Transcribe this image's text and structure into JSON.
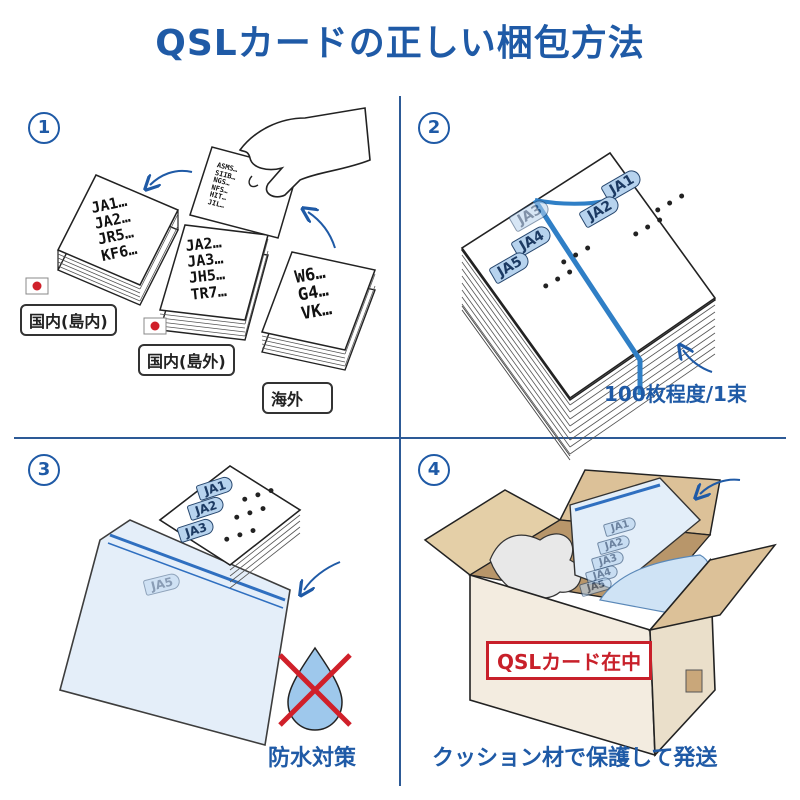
{
  "title": "QSLカードの正しい梱包方法",
  "steps": [
    {
      "number": "1"
    },
    {
      "number": "2",
      "caption": "100枚程度/1束"
    },
    {
      "number": "3",
      "caption": "防水対策"
    },
    {
      "number": "4",
      "caption": "クッション材で保護して発送",
      "stamp": "QSLカード在中"
    }
  ],
  "step1": {
    "stacks": [
      {
        "lines": [
          "JA1…",
          "JA2…",
          "JR5…",
          "KF6…"
        ]
      },
      {
        "lines": [
          "JA2…",
          "JA3…",
          "JH5…",
          "TR7…"
        ]
      },
      {
        "lines": [
          "W6…",
          "G4…",
          "VK…"
        ]
      }
    ],
    "tags": [
      "国内(島内)",
      "国内(島外)",
      "海外"
    ],
    "hand_card_lines": [
      "ASMS…",
      "SIIB…",
      "NGS…",
      "NFS…",
      "HIT…",
      "JIL…"
    ]
  },
  "step2": {
    "labels": [
      "JA1",
      "JA2",
      "JA3",
      "JA4",
      "JA5"
    ]
  },
  "step3": {
    "labels": [
      "JA1",
      "JA2",
      "JA3",
      "JA5"
    ]
  },
  "step4": {
    "labels": [
      "JA1",
      "JA2",
      "JA3",
      "JA4",
      "JA5"
    ]
  },
  "colors": {
    "accent": "#1f5aa6",
    "stamp_red": "#c8202a",
    "label_blue": "#b7d3ee",
    "box_brown": "#c9a77a"
  }
}
